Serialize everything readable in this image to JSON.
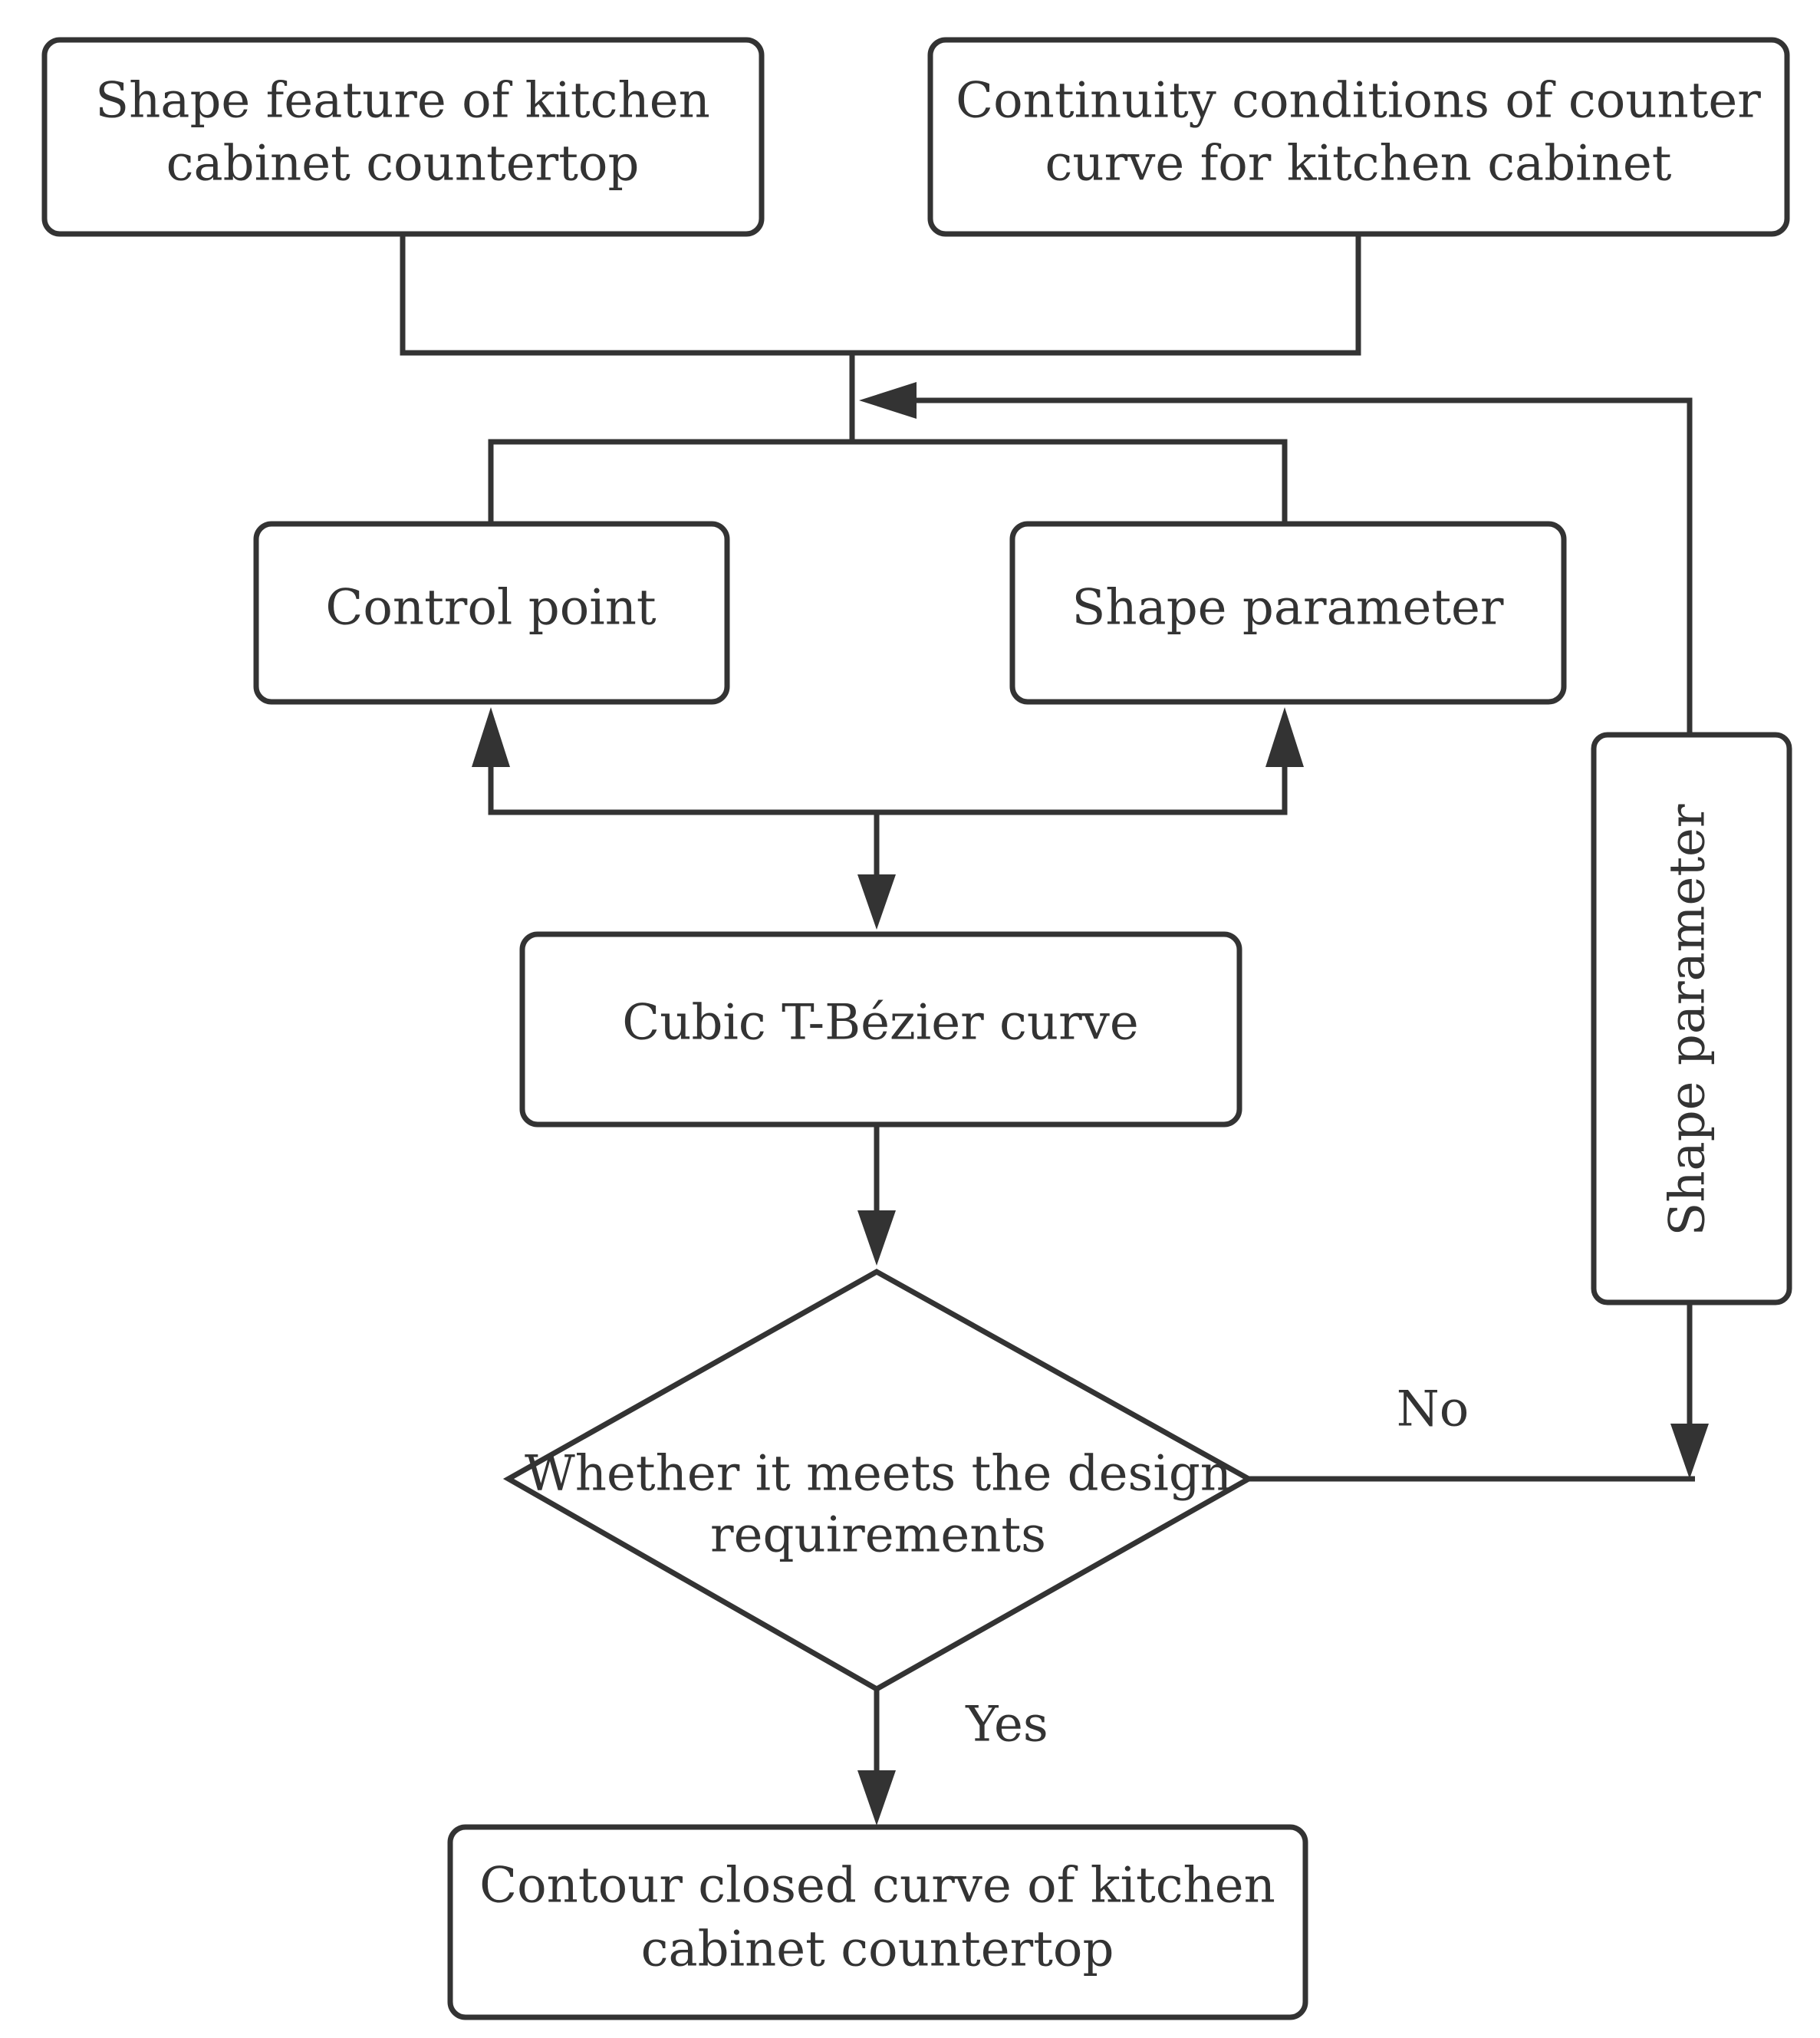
{
  "nodes": {
    "shape_feature": {
      "lines": [
        "Shape feature of kitchen",
        "cabinet countertop"
      ]
    },
    "continuity": {
      "lines": [
        "Continuity conditions of counter",
        "curve for kitchen cabinet"
      ]
    },
    "control_point": {
      "lines": [
        "Control point"
      ]
    },
    "shape_parameter": {
      "lines": [
        "Shape parameter"
      ]
    },
    "shape_parameter_side": {
      "lines": [
        "Shape parameter"
      ]
    },
    "cubic_curve": {
      "lines": [
        "Cubic T-Bézier curve"
      ]
    },
    "decision": {
      "lines": [
        "Whether it meets the design",
        "requirements"
      ]
    },
    "contour": {
      "lines": [
        "Contour closed curve of kitchen",
        "cabinet countertop"
      ]
    }
  },
  "edges": {
    "yes_label": "Yes",
    "no_label": "No"
  }
}
